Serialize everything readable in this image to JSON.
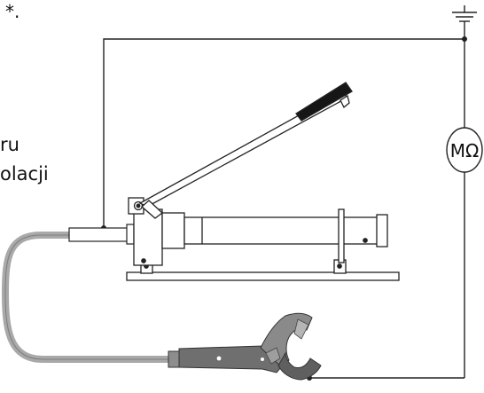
{
  "texts": {
    "asterisk": "*.",
    "label_line1": "ru",
    "label_line2": "olacji"
  },
  "meter": {
    "symbol": "MΩ"
  },
  "colors": {
    "wire": "#222222",
    "hose": "#a9a9a9",
    "cutter_body": "#6f6f6f",
    "cutter_jaw": "#8a8a8a"
  }
}
